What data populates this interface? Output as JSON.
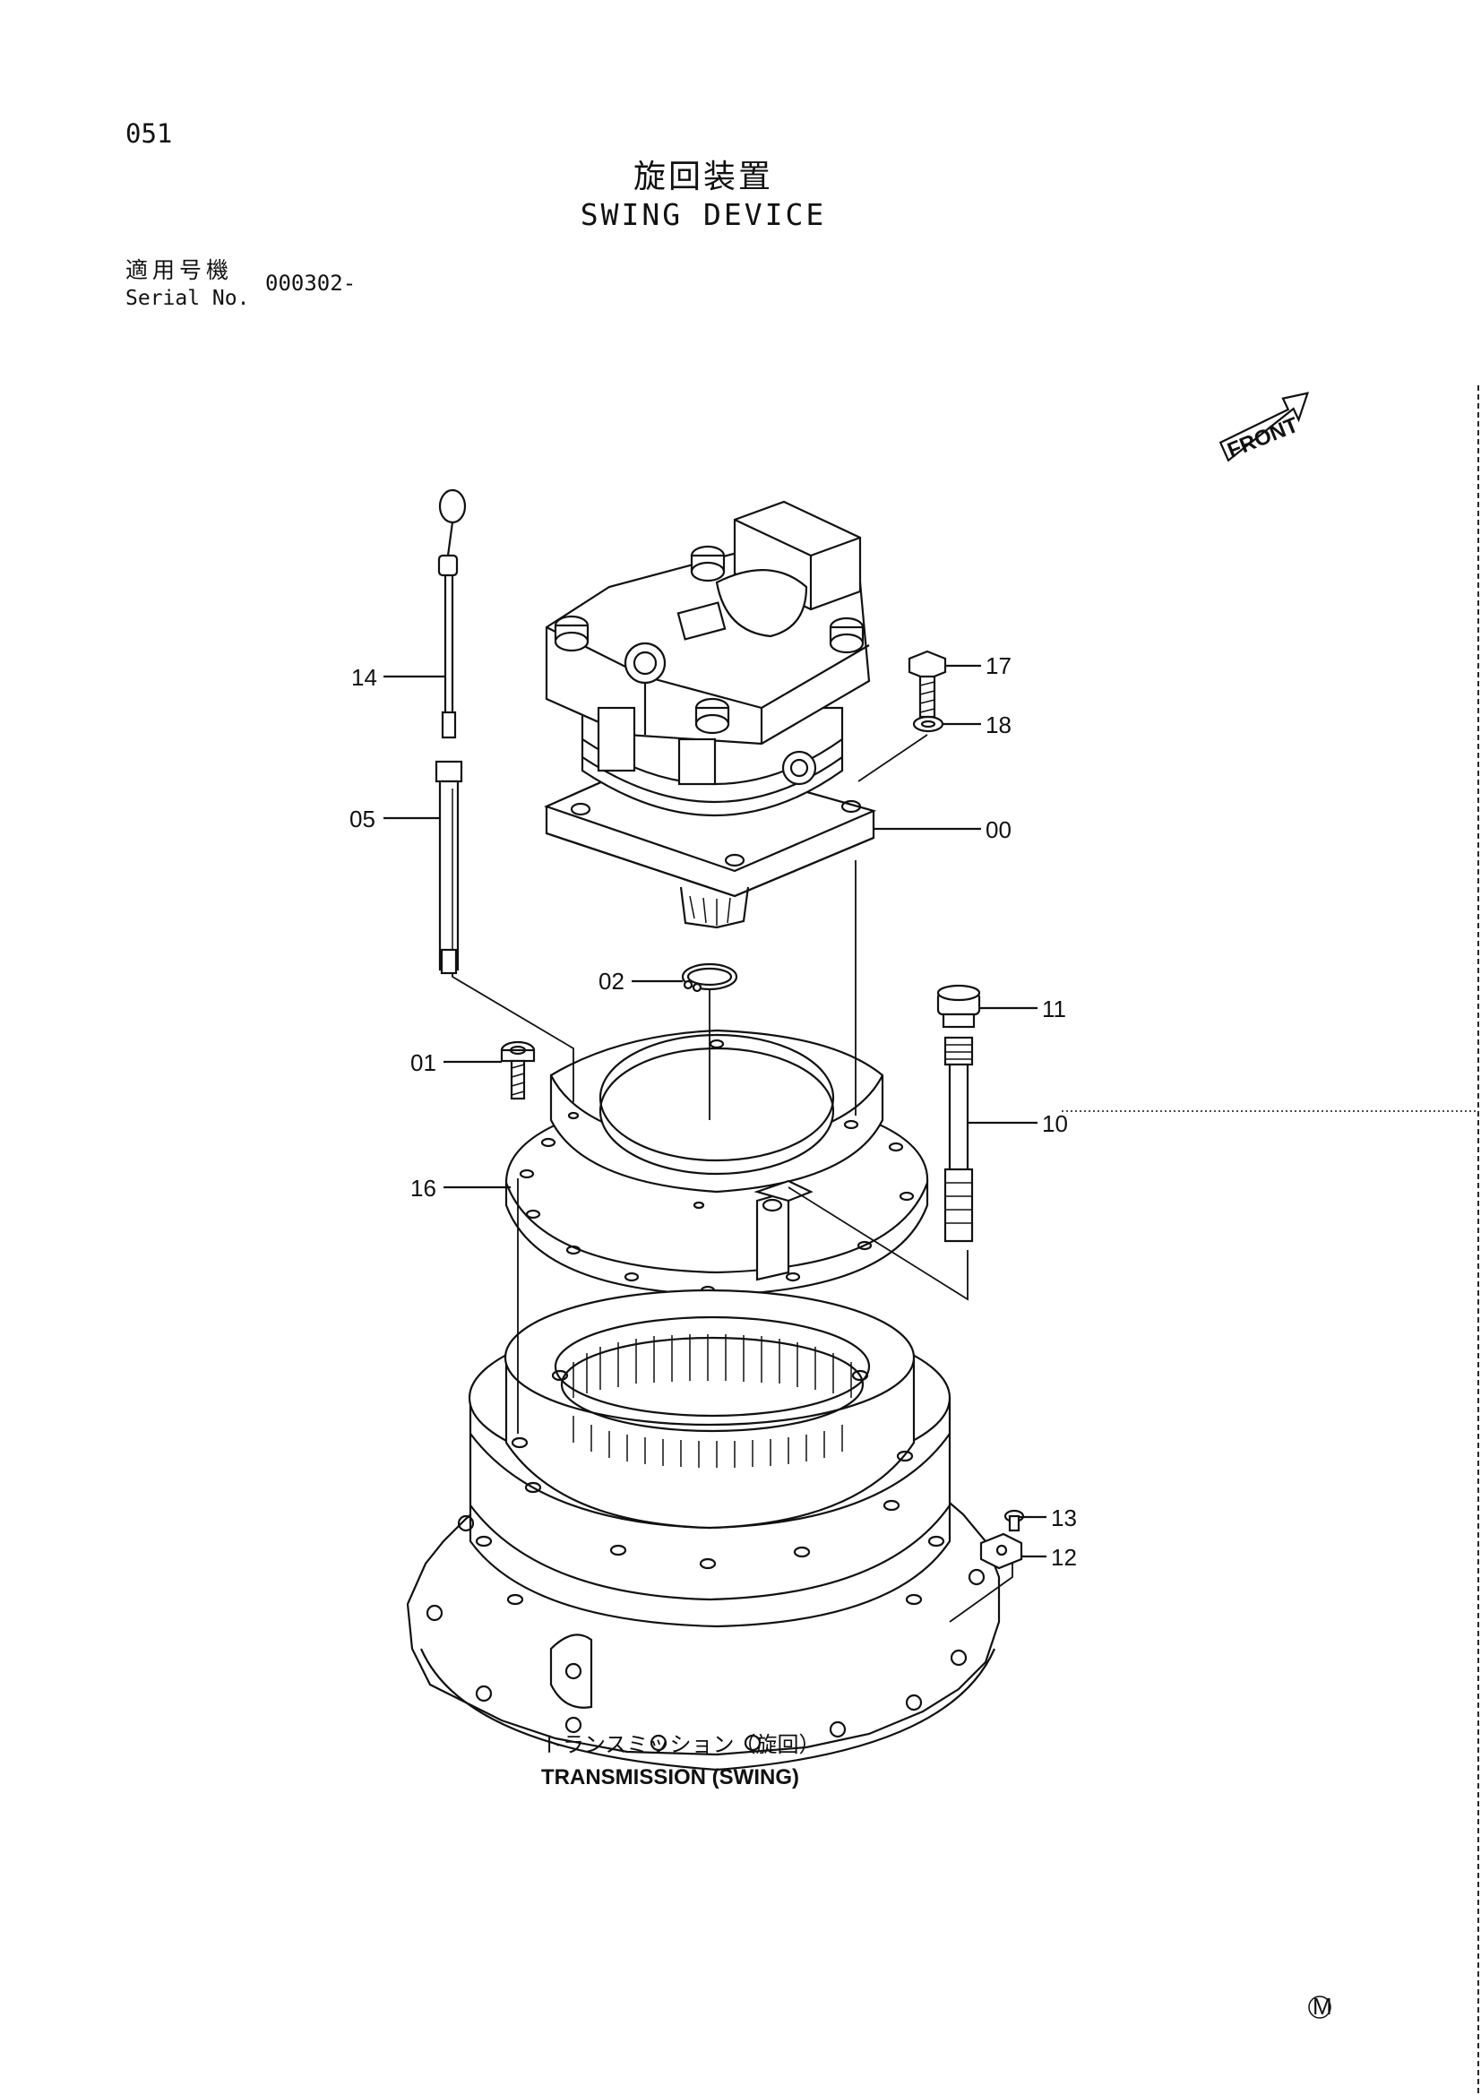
{
  "page": {
    "number": "051"
  },
  "title": {
    "jp": "旋回装置",
    "en": "SWING DEVICE"
  },
  "serial": {
    "label_jp": "適用号機",
    "label_en": "Serial No.",
    "value": "000302-"
  },
  "front_label": "FRONT",
  "transmission": {
    "jp": "トランスミッション（旋回）",
    "en": "TRANSMISSION (SWING)"
  },
  "callouts": {
    "c14": "14",
    "c05": "05",
    "c17": "17",
    "c18": "18",
    "c00": "00",
    "c02": "02",
    "c11": "11",
    "c01": "01",
    "c10": "10",
    "c16": "16",
    "c13": "13",
    "c12": "12"
  },
  "footer_mark": "M"
}
